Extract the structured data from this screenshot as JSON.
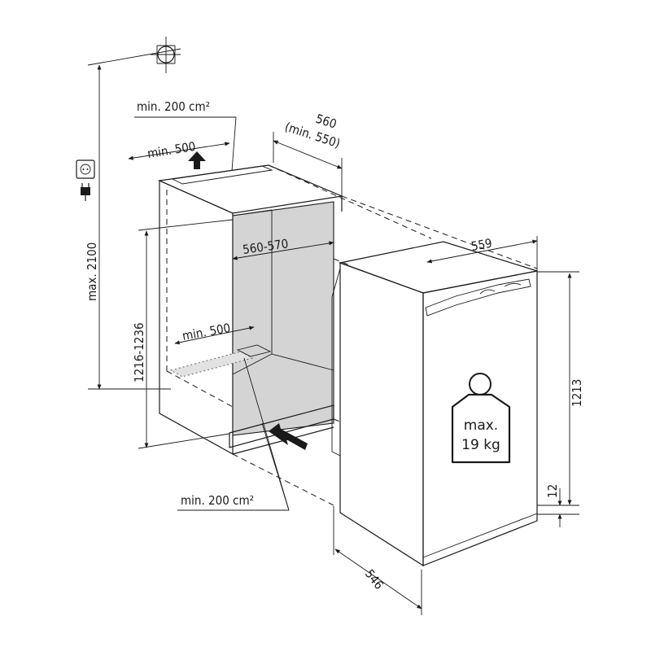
{
  "dimensions": {
    "max_height": "max. 2100",
    "vent_top": "min. 200 cm²",
    "depth_top": "min. 500",
    "niche_depth_line1": "560",
    "niche_depth_line2": "(min. 550)",
    "niche_width": "560-570",
    "niche_height": "1216-1236",
    "depth_bottom": "min. 500",
    "vent_bottom": "min. 200 cm²",
    "appliance_width": "559",
    "appliance_height": "1213",
    "appliance_depth": "546",
    "plinth": "12"
  },
  "weight_badge": {
    "line1": "max.",
    "line2": "19 kg"
  },
  "icons": [
    "crosshair-icon",
    "socket-icon",
    "plug-icon",
    "weight-icon",
    "arrow-up-icon",
    "arrow-in-icon"
  ],
  "colors": {
    "line": "#1a1a1a",
    "niche_inner": "#d4d4d4",
    "background": "#ffffff"
  }
}
